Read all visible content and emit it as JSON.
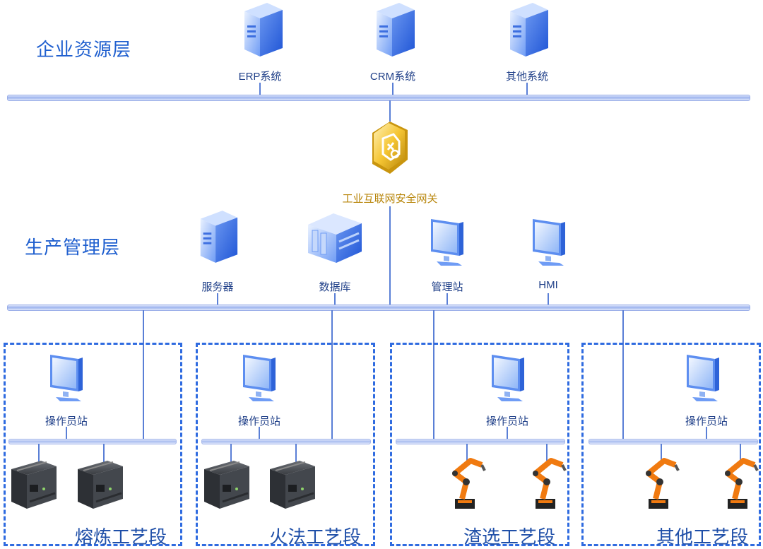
{
  "layers": {
    "enterprise": "企业资源层",
    "production": "生产管理层"
  },
  "enterprise_nodes": [
    "ERP系统",
    "CRM系统",
    "其他系统"
  ],
  "gateway": {
    "label": "工业互联网安全网关",
    "icon": "security-gateway-icon"
  },
  "production_nodes": [
    "服务器",
    "数据库",
    "管理站",
    "HMI"
  ],
  "zones": [
    {
      "title": "熔炼工艺段",
      "station": "操作员站",
      "devices": "plc"
    },
    {
      "title": "火法工艺段",
      "station": "操作员站",
      "devices": "plc"
    },
    {
      "title": "渣选工艺段",
      "station": "操作员站",
      "devices": "robot"
    },
    {
      "title": "其他工艺段",
      "station": "操作员站",
      "devices": "robot"
    }
  ],
  "colors": {
    "title_blue": "#1f5fcf",
    "bus_blue": "#9db3ee",
    "zone_border": "#2f6be0",
    "gateway_gold": "#d4a017",
    "robot_orange": "#f07a10"
  }
}
